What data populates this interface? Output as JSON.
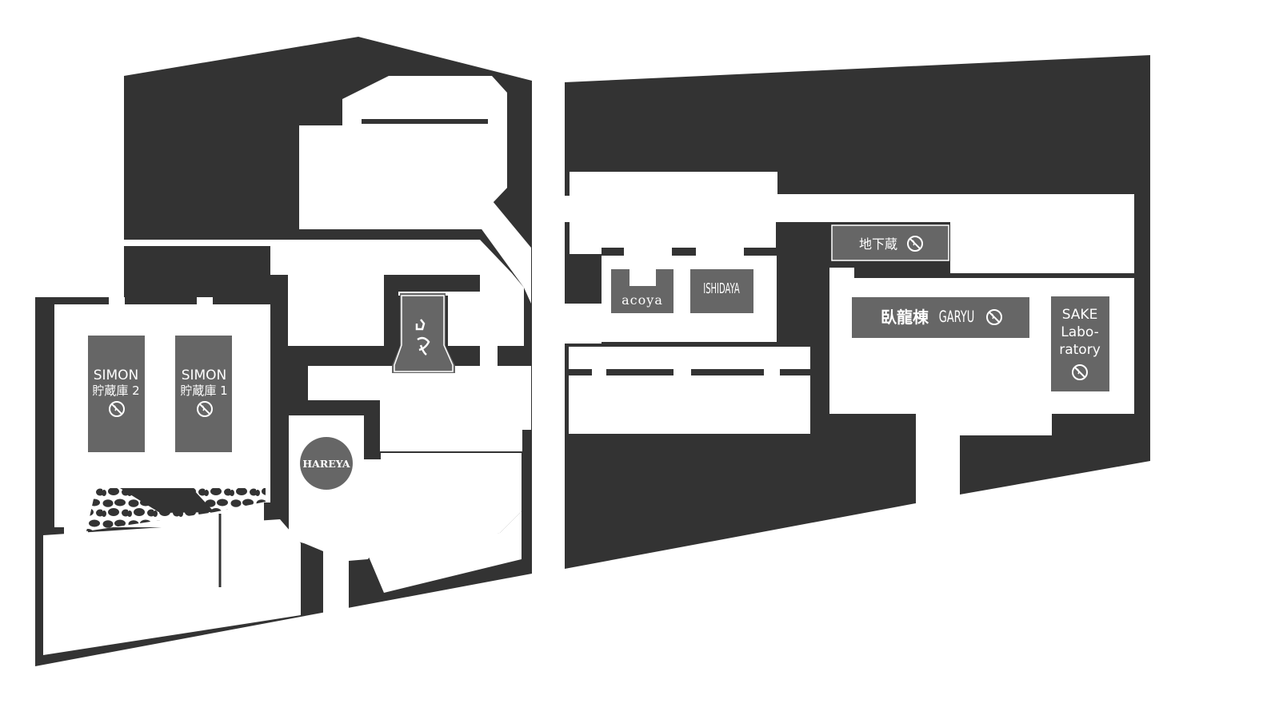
{
  "map": {
    "colors": {
      "building": "#333333",
      "corridor": "#ffffff",
      "shop": "#666666",
      "label": "#ffffff"
    },
    "shops": {
      "simon2": {
        "name": "SIMON",
        "sub": "貯蔵庫 2",
        "icon": "no-smoking-icon"
      },
      "simon1": {
        "name": "SIMON",
        "sub": "貯蔵庫 1",
        "icon": "no-smoking-icon"
      },
      "hareya": {
        "name": "HAREYA"
      },
      "center_shop": {
        "icon": "shop-logo-icon"
      },
      "acoya": {
        "name": "acoya"
      },
      "ishidaya": {
        "name": "ISHIDAYA"
      },
      "chikagura": {
        "name": "地下蔵",
        "icon": "no-smoking-icon"
      },
      "garyu": {
        "name": "臥龍棟",
        "sub": "GARYU",
        "icon": "no-smoking-icon"
      },
      "sake_lab": {
        "line1": "SAKE",
        "line2": "Labo-",
        "line3": "ratory",
        "icon": "no-smoking-icon"
      }
    }
  }
}
